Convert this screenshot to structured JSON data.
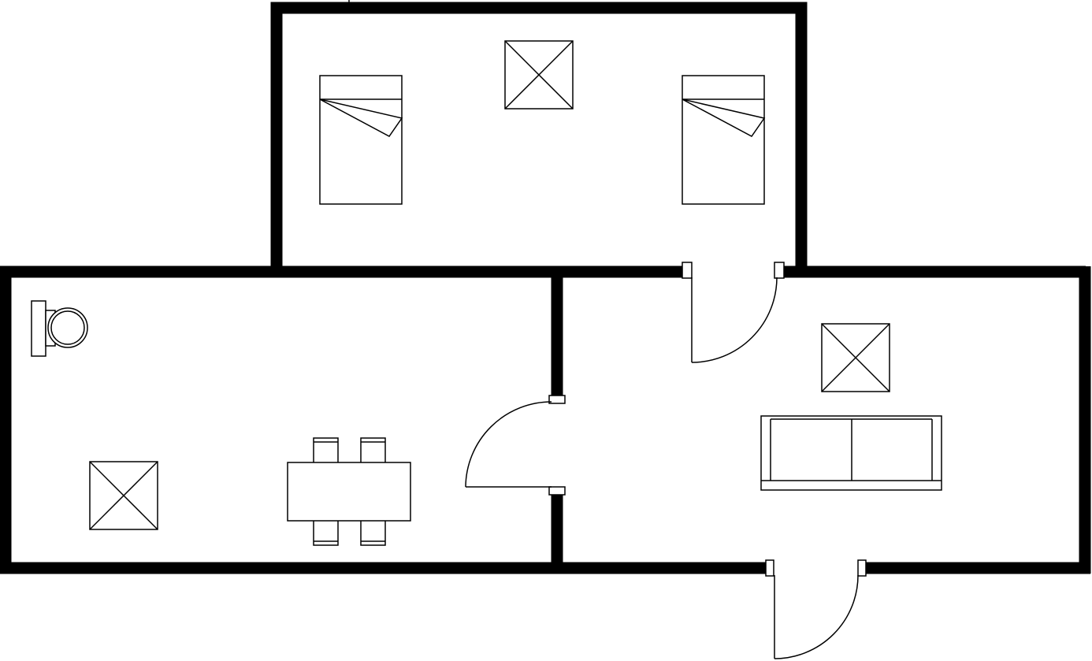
{
  "plan": {
    "rooms": [
      {
        "name": "bedroom",
        "furniture": [
          "bed",
          "bed",
          "ceiling-light"
        ]
      },
      {
        "name": "kitchen-dining",
        "furniture": [
          "toilet",
          "ceiling-light",
          "dining-table",
          "chair",
          "chair",
          "chair",
          "chair"
        ]
      },
      {
        "name": "living-room",
        "furniture": [
          "ceiling-light",
          "sofa"
        ]
      }
    ],
    "doors": [
      "bedroom-door",
      "kitchen-door",
      "entrance-door"
    ],
    "colors": {
      "wall": "#000000",
      "background": "#ffffff",
      "fixture_fill": "#ffffff"
    },
    "icons": [
      "bed-icon",
      "toilet-icon",
      "light-fixture-icon",
      "table-icon",
      "chair-icon",
      "sofa-icon",
      "door-swing-icon"
    ]
  }
}
